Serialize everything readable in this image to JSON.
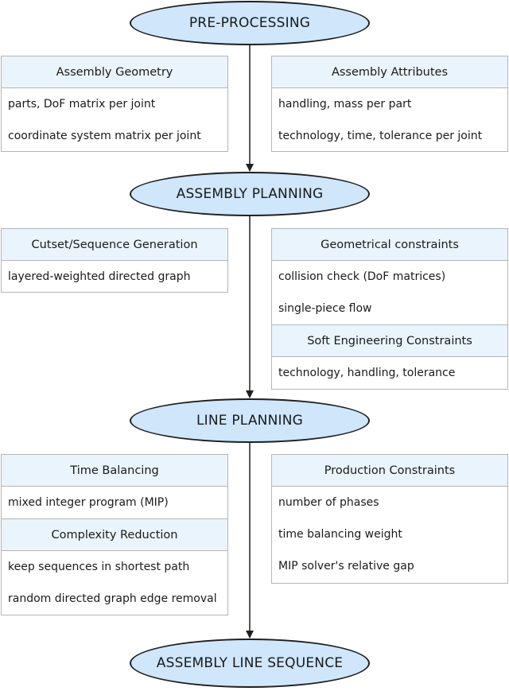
{
  "stages": {
    "pre_processing": "PRE-PROCESSING",
    "assembly_planning": "ASSEMBLY PLANNING",
    "line_planning": "LINE PLANNING",
    "assembly_line_sequence": "ASSEMBLY LINE SEQUENCE"
  },
  "pre_processing": {
    "geometry": {
      "title": "Assembly Geometry",
      "items": [
        "parts, DoF matrix per joint",
        "coordinate system matrix per joint"
      ]
    },
    "attributes": {
      "title": "Assembly Attributes",
      "items": [
        "handling, mass per part",
        "technology, time, tolerance per joint"
      ]
    }
  },
  "assembly_planning": {
    "cutset": {
      "title": "Cutset/Sequence Generation",
      "items": [
        "layered-weighted directed graph"
      ]
    },
    "geometrical": {
      "title": "Geometrical constraints",
      "items": [
        "collision check (DoF matrices)",
        "single-piece flow"
      ]
    },
    "soft": {
      "title": "Soft Engineering Constraints",
      "items": [
        "technology, handling, tolerance"
      ]
    }
  },
  "line_planning": {
    "time_balancing": {
      "title": "Time Balancing",
      "items": [
        "mixed integer program (MIP)"
      ]
    },
    "complexity": {
      "title": "Complexity Reduction",
      "items": [
        "keep sequences in shortest path",
        "random directed graph edge removal"
      ]
    },
    "production": {
      "title": "Production Constraints",
      "items": [
        "number of phases",
        "time balancing weight",
        "MIP solver's relative gap"
      ]
    }
  },
  "colors": {
    "stage_fill": "#cfe6fb",
    "stage_border": "#1f1f1f",
    "header_fill": "#eaf4fd",
    "box_border": "#b5b5b5"
  }
}
